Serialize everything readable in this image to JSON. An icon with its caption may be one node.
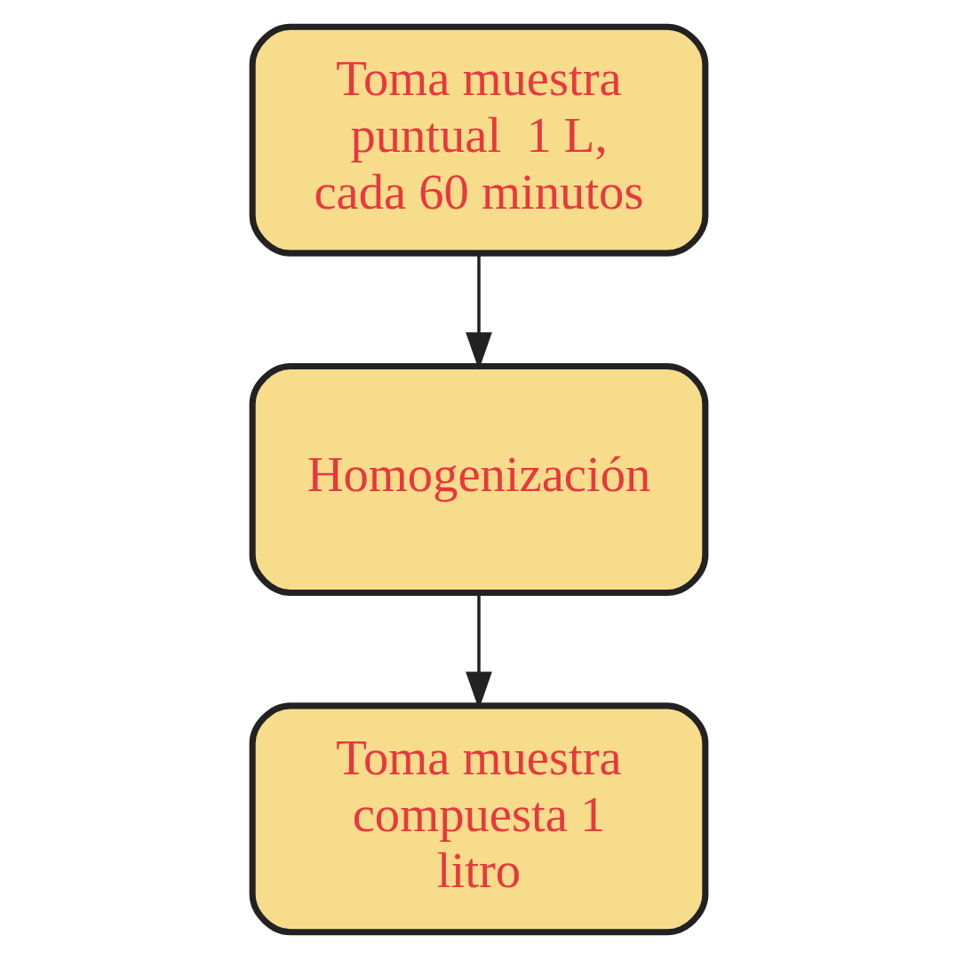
{
  "diagram": {
    "nodes": [
      {
        "text": [
          "Toma muestra puntual  1 L, cada 60 minutos"
        ]
      },
      {
        "text": [
          "Homogenización"
        ]
      },
      {
        "text": [
          "Toma muestra compuesta 1 litro"
        ]
      }
    ],
    "edges": [
      {
        "from": 0,
        "to": 1,
        "arrow": "to"
      },
      {
        "from": 1,
        "to": 2,
        "arrow": "to"
      }
    ]
  }
}
